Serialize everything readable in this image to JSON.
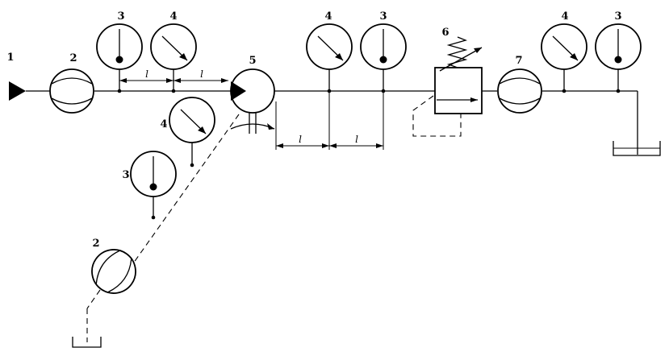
{
  "labels": {
    "source": "1",
    "flowmeter_in": "2",
    "flowmeter_suction": "2",
    "temp_gauge_a": "3",
    "pressure_gauge_a": "4",
    "pump": "5",
    "pressure_gauge_b": "4",
    "temp_gauge_b": "3",
    "pressure_gauge_suction": "4",
    "temp_gauge_suction": "3",
    "relief_valve": "6",
    "flowmeter_out": "7",
    "pressure_gauge_c": "4",
    "temp_gauge_c": "3"
  },
  "dimensions": {
    "inlet_l1": "l",
    "inlet_l2": "l",
    "outlet_l1": "l",
    "outlet_l2": "l"
  }
}
